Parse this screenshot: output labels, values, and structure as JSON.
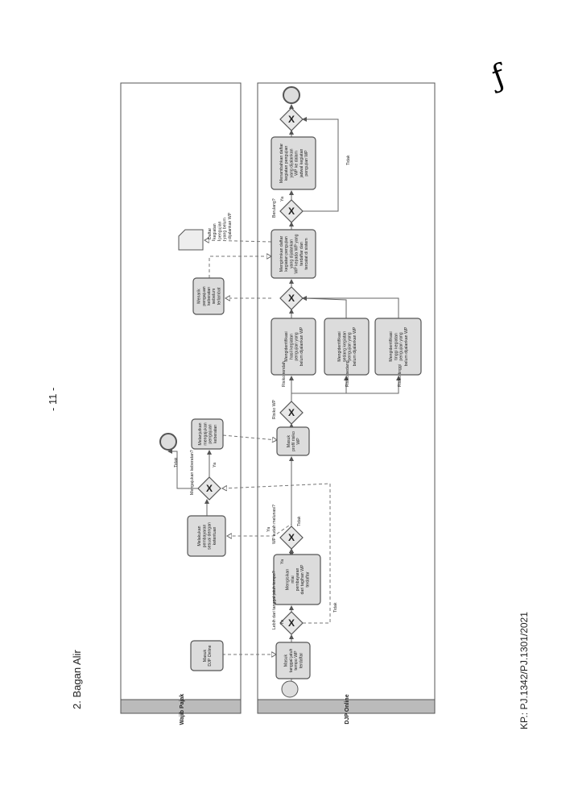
{
  "page_number": "- 11 -",
  "section_title": "2. Bagan Alir",
  "footer_code": "KP.: PJ.1342/PJ.1301/2021",
  "lanes": [
    {
      "id": "wp",
      "label": "Wajib Pajak"
    },
    {
      "id": "djp",
      "label": "DJP Online"
    }
  ],
  "tasks": [
    {
      "id": "t_masuk_djp",
      "lines": [
        "Masuk",
        "DJP Online"
      ]
    },
    {
      "id": "t_bayar",
      "lines": [
        "Melakukan",
        "pembayaran",
        "sesuai dengan",
        "ketentuan"
      ]
    },
    {
      "id": "t_lanjut",
      "lines": [
        "Melanjutkan",
        "mengajukan",
        "pengajuan",
        "keberatan"
      ]
    },
    {
      "id": "t_tarik",
      "lines": [
        "Menarik",
        "pengajuan",
        "keberatan",
        "sebelum",
        "terlambat"
      ]
    },
    {
      "id": "t_tanggal",
      "lines": [
        "Masuk",
        "tanggal jatuh",
        "tempo WP",
        "terdaftar"
      ]
    },
    {
      "id": "t_isi",
      "lines": [
        "Mengisikan",
        "nilai",
        "pembayaran",
        "dari tagihan WP",
        "terdaftar"
      ]
    },
    {
      "id": "t_profil",
      "lines": [
        "Masuk",
        "profil risiko",
        "WP"
      ]
    },
    {
      "id": "t_rendah",
      "lines": [
        "Mengidentifikasi",
        "hasil kegiatan",
        "pengujian yang",
        "belum dijalankan WP"
      ]
    },
    {
      "id": "t_sedang",
      "lines": [
        "Mengidentifikasi",
        "sedang kegiatan",
        "pengujian yang",
        "belum dijalankan WP"
      ]
    },
    {
      "id": "t_tinggi",
      "lines": [
        "Mengidentifikasi",
        "tinggi kegiatan",
        "pengujian yang",
        "belum dijalankan WP"
      ]
    },
    {
      "id": "t_daftar",
      "lines": [
        "Mengirimkan daftar",
        "kegiatan pengujian",
        "yang dijalankan",
        "WP kepada WP yang",
        "terdaftar dan",
        "tercatat di sistem"
      ]
    },
    {
      "id": "t_jadwal",
      "lines": [
        "Menambahkan daftar",
        "kegiatan pengujian",
        "yang dijalankan",
        "WP ke dalam",
        "jadwal kegiatan",
        "pengujian WP"
      ]
    }
  ],
  "gateways": [
    {
      "id": "g_terlambat",
      "question": "Lebih dari tanggal jatuh tempo?"
    },
    {
      "id": "g_lunas",
      "question": "WP sudah melunasi?"
    },
    {
      "id": "g_ajukan",
      "question": "Mengajukan keberatan?"
    },
    {
      "id": "g_risiko",
      "question": "Risiko WP"
    },
    {
      "id": "g_merge",
      "question": ""
    },
    {
      "id": "g_berulang",
      "question": "Berulang?"
    },
    {
      "id": "g_end",
      "question": ""
    }
  ],
  "document": {
    "lines": [
      "Daftar",
      "kegiatan",
      "pengujian",
      "yang belum",
      "dijalankan WP"
    ]
  },
  "flow_labels": {
    "ya": "Ya",
    "tidak": "Tidak",
    "risiko_rendah": "Risiko rendah",
    "risiko_sedang": "Risiko sedang",
    "risiko_tinggi": "Risiko tinggi"
  },
  "gateway_symbol": "X",
  "signature": "ƒ"
}
